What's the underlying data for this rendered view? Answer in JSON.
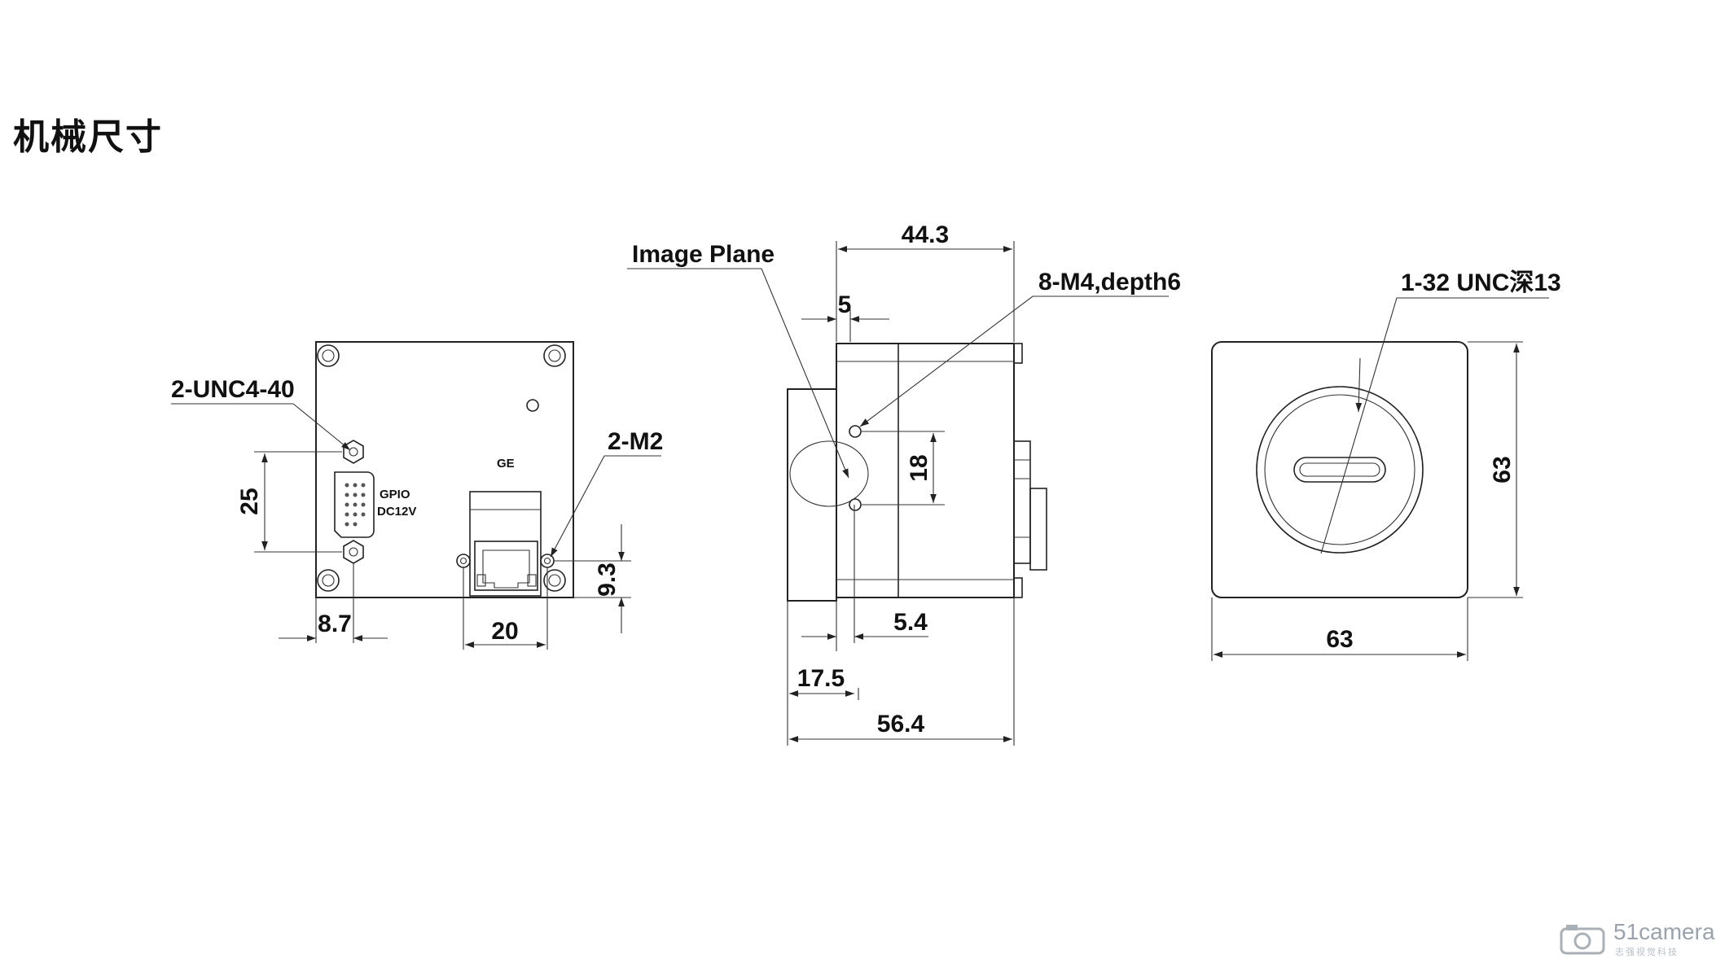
{
  "page": {
    "title": "机械尺寸"
  },
  "back_view": {
    "callout_unc": "2-UNC4-40",
    "callout_m2": "2-M2",
    "label_ge": "GE",
    "label_gpio": "GPIO",
    "label_dc": "DC12V",
    "dim_25": "25",
    "dim_8_7": "8.7",
    "dim_20": "20",
    "dim_9_3": "9.3"
  },
  "side_view": {
    "callout_image_plane": "Image Plane",
    "callout_m4": "8-M4,depth6",
    "dim_44_3": "44.3",
    "dim_5": "5",
    "dim_18": "18",
    "dim_5_4": "5.4",
    "dim_17_5": "17.5",
    "dim_56_4": "56.4"
  },
  "front_view": {
    "callout_thread": "1-32 UNC深13",
    "dim_width": "63",
    "dim_height": "63"
  },
  "watermark": {
    "brand": "51camera",
    "subtitle": "志强视觉科技"
  }
}
